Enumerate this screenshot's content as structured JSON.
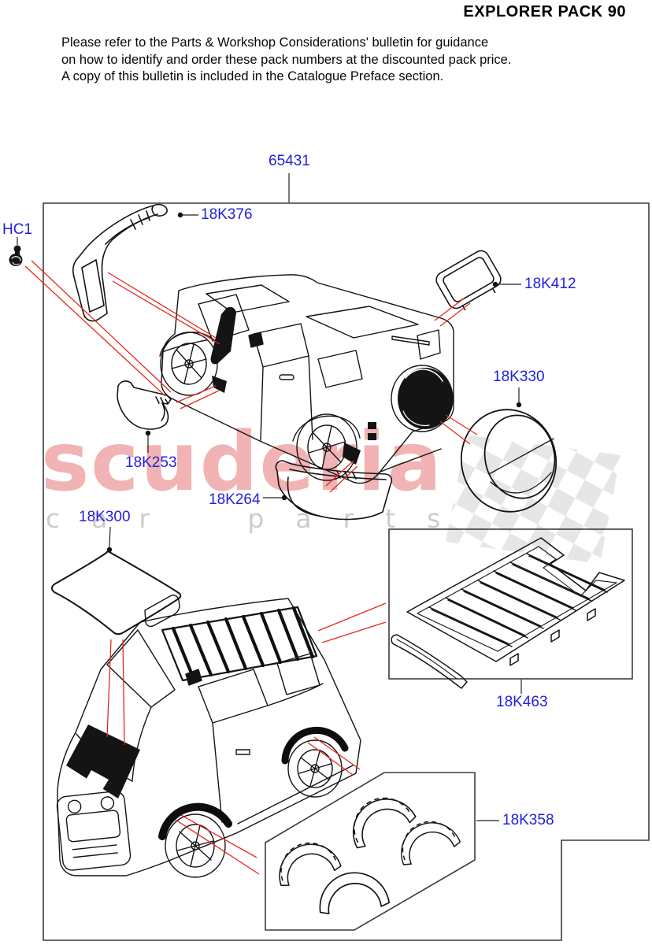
{
  "header": {
    "title": "EXPLORER PACK 90"
  },
  "notice": {
    "lines": [
      "Please refer to the Parts & Workshop Considerations' bulletin for guidance",
      "on how to identify and order these pack numbers at the discounted pack price.",
      "A copy of this bulletin is included in the Catalogue Preface section."
    ]
  },
  "watermark": {
    "brand": "scuderia",
    "subtitle": "car parts"
  },
  "parts": {
    "pack": {
      "code": "65431"
    },
    "fixing": {
      "code": "HC1"
    },
    "snorkel": {
      "code": "18K376"
    },
    "deflector": {
      "code": "18K412"
    },
    "wheel_cover": {
      "code": "18K330"
    },
    "mudflap_front": {
      "code": "18K253"
    },
    "mudflap_rear": {
      "code": "18K264"
    },
    "bonnet_protector": {
      "code": "18K300"
    },
    "roof_rack": {
      "code": "18K463"
    },
    "arch_kit": {
      "code": "18K358"
    }
  },
  "colors": {
    "part_label": "#2222dd",
    "leader_line": "#e8281e",
    "line_art": "#141414",
    "box_border": "#3c3c3c",
    "watermark_brand": "#f1b3b3",
    "watermark_subtitle": "#cccccc"
  }
}
